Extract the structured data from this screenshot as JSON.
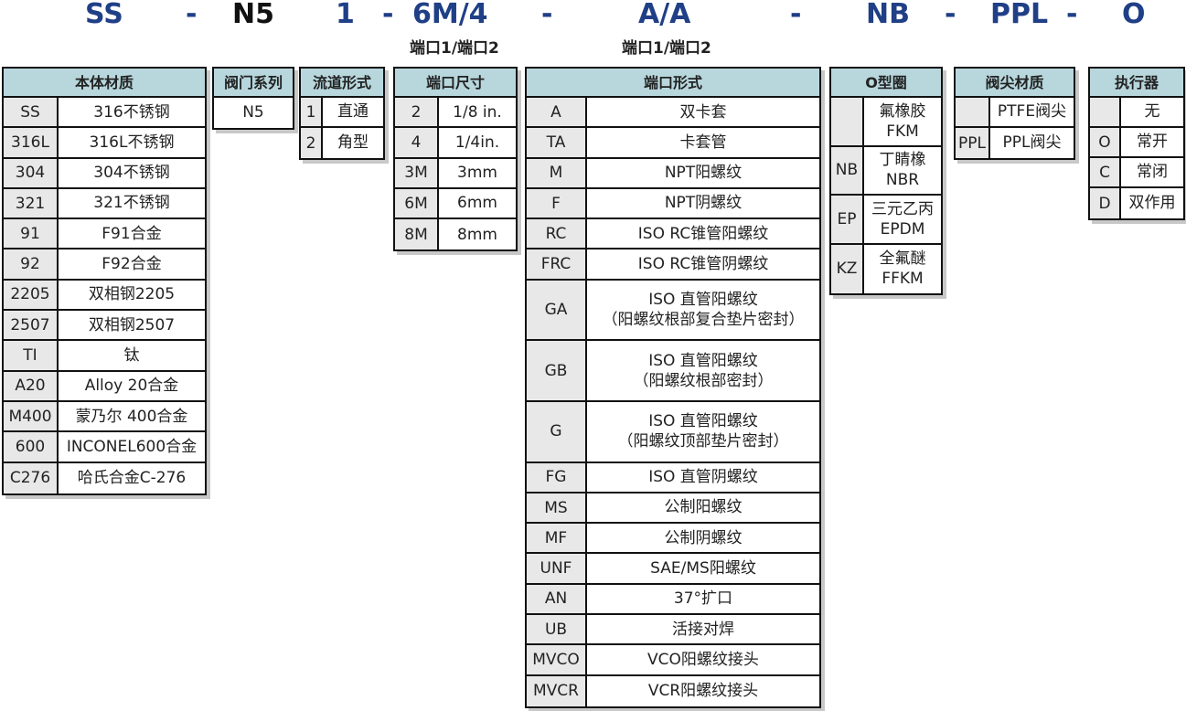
{
  "codes": {
    "c1": "SS",
    "d1": "-",
    "c2": "N5",
    "c3": "1",
    "d2": "-",
    "c4": "6M/4",
    "d3": "-",
    "c5": "A/A",
    "d4": "-",
    "c6": "NB",
    "d5": "-",
    "c7": "PPL",
    "d6": "-",
    "c8": "O"
  },
  "subtitles": {
    "port_size": "端口1/端口2",
    "port_form": "端口1/端口2"
  },
  "tables": {
    "body_material": {
      "header": "本体材质",
      "rows": [
        {
          "code": "SS",
          "desc": [
            "316不锈钢"
          ]
        },
        {
          "code": "316L",
          "desc": [
            "316L不锈钢"
          ]
        },
        {
          "code": "304",
          "desc": [
            "304不锈钢"
          ]
        },
        {
          "code": "321",
          "desc": [
            "321不锈钢"
          ]
        },
        {
          "code": "91",
          "desc": [
            "F91合金"
          ]
        },
        {
          "code": "92",
          "desc": [
            "F92合金"
          ]
        },
        {
          "code": "2205",
          "desc": [
            "双相钢2205"
          ]
        },
        {
          "code": "2507",
          "desc": [
            "双相钢2507"
          ]
        },
        {
          "code": "TI",
          "desc": [
            "钛"
          ]
        },
        {
          "code": "A20",
          "desc": [
            "Alloy 20合金"
          ]
        },
        {
          "code": "M400",
          "desc": [
            "蒙乃尔 400合金"
          ]
        },
        {
          "code": "600",
          "desc": [
            "INCONEL600合金"
          ]
        },
        {
          "code": "C276",
          "desc": [
            "哈氏合金C-276"
          ]
        }
      ]
    },
    "valve_series": {
      "header": "阀门系列",
      "rows": [
        {
          "desc": [
            "N5"
          ]
        }
      ]
    },
    "flow_form": {
      "header": "流道形式",
      "rows": [
        {
          "code": "1",
          "desc": [
            "直通"
          ]
        },
        {
          "code": "2",
          "desc": [
            "角型"
          ]
        }
      ]
    },
    "port_size": {
      "header": "端口尺寸",
      "rows": [
        {
          "code": "2",
          "desc": [
            "1/8 in."
          ]
        },
        {
          "code": "4",
          "desc": [
            "1/4in."
          ]
        },
        {
          "code": "3M",
          "desc": [
            "3mm"
          ]
        },
        {
          "code": "6M",
          "desc": [
            "6mm"
          ]
        },
        {
          "code": "8M",
          "desc": [
            "8mm"
          ]
        }
      ]
    },
    "port_form": {
      "header": "端口形式",
      "rows": [
        {
          "code": "A",
          "desc": [
            "双卡套"
          ]
        },
        {
          "code": "TA",
          "desc": [
            "卡套管"
          ]
        },
        {
          "code": "M",
          "desc": [
            "NPT阳螺纹"
          ]
        },
        {
          "code": "F",
          "desc": [
            "NPT阴螺纹"
          ]
        },
        {
          "code": "RC",
          "desc": [
            "ISO RC锥管阳螺纹"
          ]
        },
        {
          "code": "FRC",
          "desc": [
            "ISO RC锥管阴螺纹"
          ]
        },
        {
          "code": "GA",
          "desc": [
            "ISO 直管阳螺纹",
            "（阳螺纹根部复合垫片密封）"
          ]
        },
        {
          "code": "GB",
          "desc": [
            "ISO 直管阳螺纹",
            "（阳螺纹根部密封）"
          ]
        },
        {
          "code": "G",
          "desc": [
            "ISO 直管阳螺纹",
            "（阳螺纹顶部垫片密封）"
          ]
        },
        {
          "code": "FG",
          "desc": [
            "ISO 直管阴螺纹"
          ]
        },
        {
          "code": "MS",
          "desc": [
            "公制阳螺纹"
          ]
        },
        {
          "code": "MF",
          "desc": [
            "公制阴螺纹"
          ]
        },
        {
          "code": "UNF",
          "desc": [
            "SAE/MS阳螺纹"
          ]
        },
        {
          "code": "AN",
          "desc": [
            "37°扩口"
          ]
        },
        {
          "code": "UB",
          "desc": [
            "活接对焊"
          ]
        },
        {
          "code": "MVCO",
          "desc": [
            "VCO阳螺纹接头"
          ]
        },
        {
          "code": "MVCR",
          "desc": [
            "VCR阳螺纹接头"
          ]
        }
      ]
    },
    "o_ring": {
      "header": "O型圈",
      "rows": [
        {
          "code": "",
          "desc": [
            "氟橡胶",
            "FKM"
          ]
        },
        {
          "code": "NB",
          "desc": [
            "丁睛橡",
            "NBR"
          ]
        },
        {
          "code": "EP",
          "desc": [
            "三元乙丙",
            "EPDM"
          ]
        },
        {
          "code": "KZ",
          "desc": [
            "全氟醚",
            "FFKM"
          ]
        }
      ]
    },
    "tip_material": {
      "header": "阀尖材质",
      "rows": [
        {
          "code": "",
          "desc": [
            "PTFE阀尖"
          ]
        },
        {
          "code": "PPL",
          "desc": [
            "PPL阀尖"
          ]
        }
      ]
    },
    "actuator": {
      "header": "执行器",
      "rows": [
        {
          "code": "",
          "desc": [
            "无"
          ]
        },
        {
          "code": "O",
          "desc": [
            "常开"
          ]
        },
        {
          "code": "C",
          "desc": [
            "常闭"
          ]
        },
        {
          "code": "D",
          "desc": [
            "双作用"
          ]
        }
      ]
    }
  }
}
